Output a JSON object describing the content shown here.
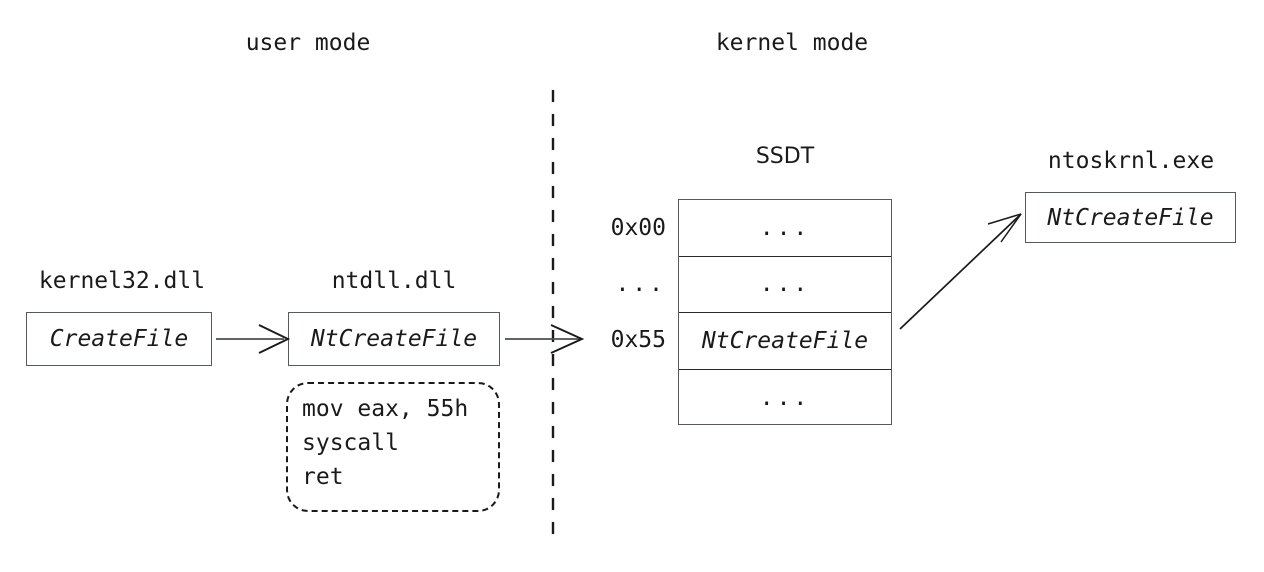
{
  "diagram": {
    "title_user_mode": "user mode",
    "title_kernel_mode": "kernel mode",
    "divider": "dashed-vertical-divider",
    "colors": {
      "ink": "#1a1a1a",
      "box_border": "#555a5e",
      "background": "#ffffff"
    }
  },
  "user_mode": {
    "kernel32": {
      "module_label": "kernel32.dll",
      "function": "CreateFile"
    },
    "ntdll": {
      "module_label": "ntdll.dll",
      "function": "NtCreateFile",
      "stub_code": [
        "mov eax, 55h",
        "syscall",
        "ret"
      ]
    }
  },
  "kernel_mode": {
    "ssdt": {
      "title": "SSDT",
      "rows": [
        {
          "index": "0x00",
          "value": "..."
        },
        {
          "index": "...",
          "value": "..."
        },
        {
          "index": "0x55",
          "value": "NtCreateFile"
        },
        {
          "index": "",
          "value": "..."
        }
      ]
    },
    "ntoskrnl": {
      "module_label": "ntoskrnl.exe",
      "function": "NtCreateFile"
    }
  },
  "arrows": [
    {
      "name": "createfile-to-ntcreatefile",
      "from": "CreateFile",
      "to": "NtCreateFile"
    },
    {
      "name": "ntdll-to-ssdt",
      "from": "NtCreateFile",
      "to": "0x55"
    },
    {
      "name": "ssdt-to-ntoskrnl",
      "from": "0x55",
      "to": "ntoskrnl.exe NtCreateFile"
    }
  ]
}
